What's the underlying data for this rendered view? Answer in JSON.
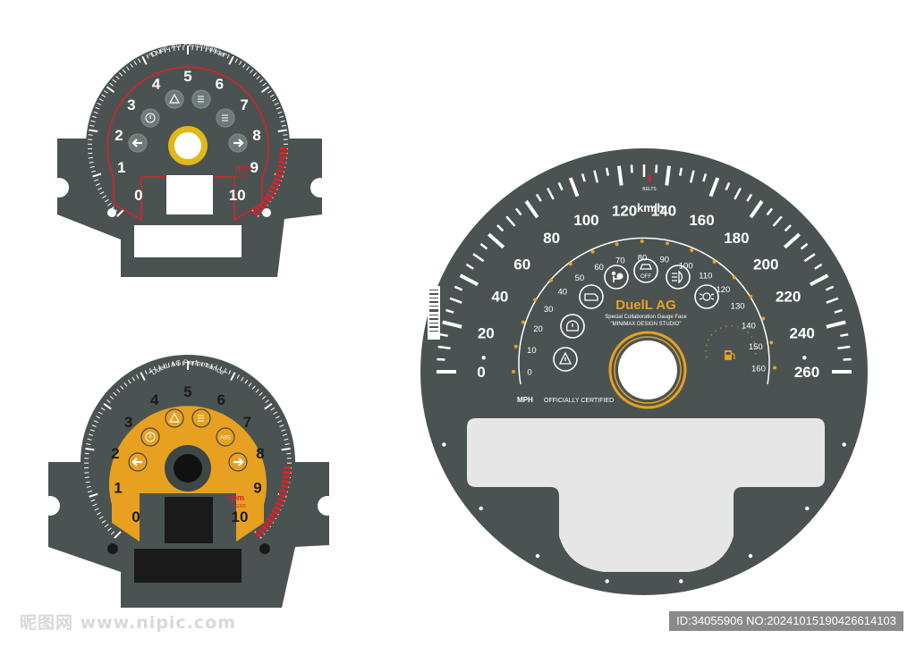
{
  "colors": {
    "dial": "#4b5352",
    "red": "#d8222a",
    "orange": "#e8a020",
    "white": "#ffffff",
    "icon_grey": "#6e7a78",
    "icon_dark": "#3e4746",
    "background": "#ffffff"
  },
  "tacho_top": {
    "brand_arc": "\"DuelL AG Performance\"",
    "numbers": [
      "0",
      "1",
      "2",
      "3",
      "4",
      "5",
      "6",
      "7",
      "8",
      "9",
      "10"
    ],
    "unit": "rpm",
    "multiplier": "x1000",
    "icons": [
      "arrow-left-icon",
      "warning-light-icon",
      "hazard-triangle-icon",
      "foglight-icon",
      "headlight-icon",
      "arrow-right-icon"
    ]
  },
  "tacho_bottom": {
    "brand_arc": "\"DuelL AG Performance\"",
    "numbers": [
      "0",
      "1",
      "2",
      "3",
      "4",
      "5",
      "6",
      "7",
      "8",
      "9",
      "10"
    ],
    "unit": "rpm",
    "multiplier": "x1000",
    "icons": [
      "arrow-left-icon",
      "warning-light-icon",
      "hazard-triangle-icon",
      "foglight-icon",
      "abs-icon",
      "arrow-right-icon"
    ]
  },
  "speedo": {
    "kmh_labels": [
      "0",
      "20",
      "40",
      "60",
      "80",
      "100",
      "120",
      "140",
      "160",
      "180",
      "200",
      "220",
      "240",
      "260"
    ],
    "mph_labels": [
      "0",
      "10",
      "20",
      "30",
      "40",
      "50",
      "60",
      "70",
      "80",
      "90",
      "100",
      "110",
      "120",
      "130",
      "140",
      "150",
      "160"
    ],
    "unit_kmh": "km/h",
    "unit_mph": "MPH",
    "belts_label": "BELTS",
    "certified": "OFFICIALLY CERTIFIED",
    "brand": "DuelL AG",
    "brand_sub1": "Special Collaboration Gauge Face",
    "brand_sub2": "\"MINIMAX DESIGN STUDIO\"",
    "icons": [
      "engine-check-icon",
      "airbag-icon",
      "stability-off-icon",
      "foglight-icon",
      "parking-light-icon",
      "tire-pressure-icon",
      "oil-service-icon",
      "fuel-pump-icon"
    ],
    "off_label": "OFF"
  },
  "watermark_left": "昵图网 www.nipic.com",
  "watermark_right": "ID:34055906 NO:20241015190426614103"
}
